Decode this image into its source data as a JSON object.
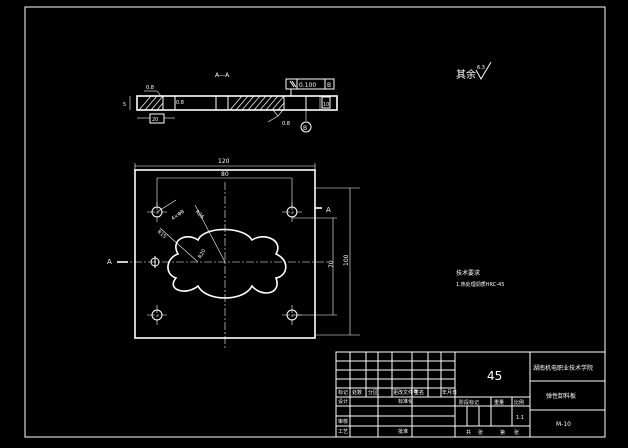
{
  "section": {
    "title": "A—A",
    "dims": [
      "0.8",
      "5",
      "0.8",
      "20"
    ],
    "tolerance_value": "0.100",
    "tolerance_datum": "B",
    "height_dim": "10",
    "bottom_rough": "0.8",
    "datum_label": "B"
  },
  "roughness": {
    "label": "其余",
    "value": "6.3"
  },
  "plan": {
    "width_dim": "120",
    "hole_spacing_dim": "80",
    "height_dim": "100",
    "inner_dim": "70",
    "hole_callout": "4×Φ8",
    "radius_callout": "R26",
    "radius_callout2": "R15",
    "radius_callout3": "R20",
    "section_mark": "A"
  },
  "notes": {
    "title": "技术要求",
    "line1": "1.热处理调质HRC-45"
  },
  "title_block": {
    "material": "45",
    "school": "湖南机电职业技术学院",
    "part_name": "弹性卸料板",
    "drawing_no": "M-10",
    "scale": "1:1",
    "header_labels": [
      "标记",
      "处数",
      "分区",
      "更改文件号",
      "签名",
      "年月日"
    ],
    "row2_labels": [
      "设计",
      "标准化"
    ],
    "row3_labels": [
      "审核"
    ],
    "row4_labels": [
      "工艺",
      "批准"
    ],
    "stage_labels": [
      "阶段标记",
      "重量",
      "比例"
    ],
    "sheet_labels": [
      "共",
      "张",
      "第",
      "张"
    ]
  }
}
